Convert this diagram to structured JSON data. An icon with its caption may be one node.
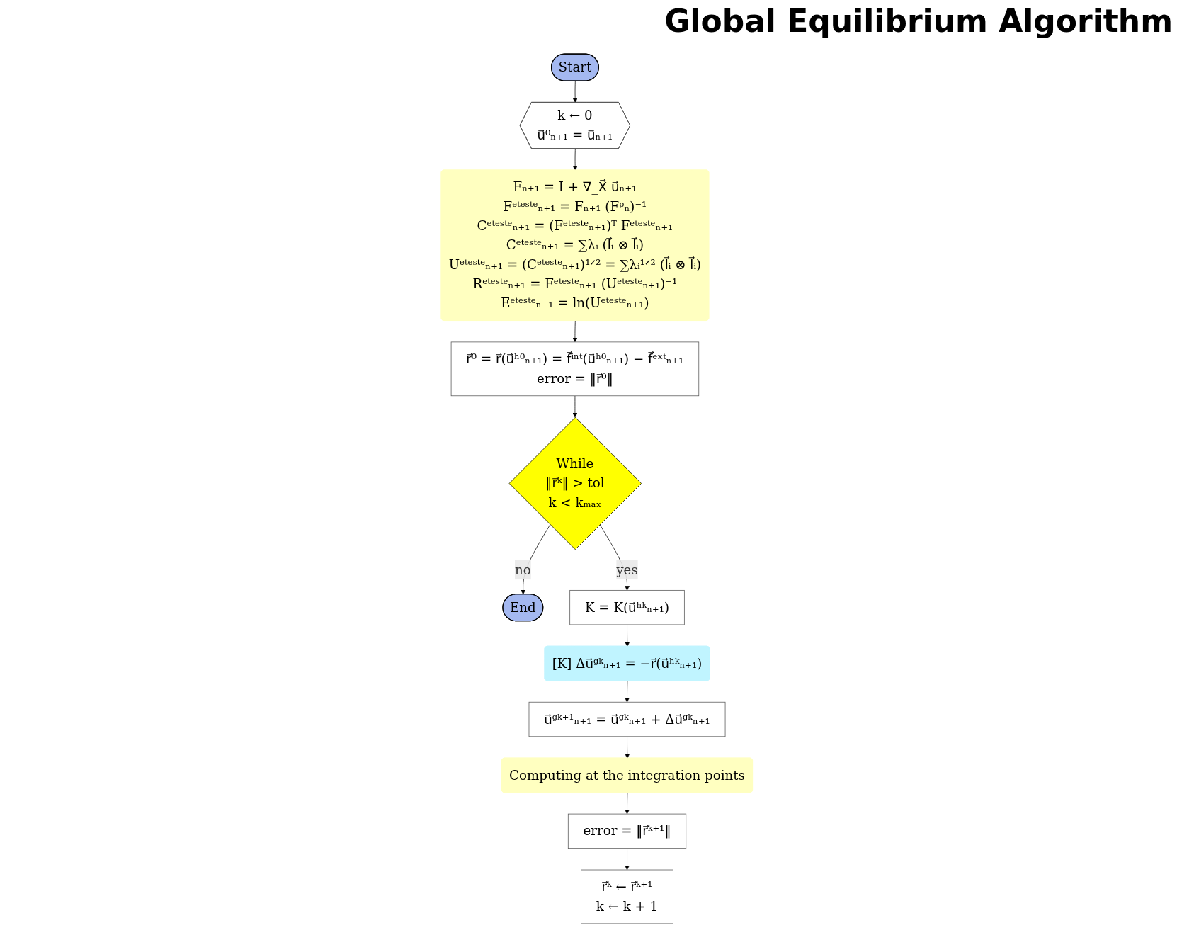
{
  "diagram": {
    "title": "Global Equilibrium Algorithm",
    "nodes": [
      {
        "text": [
          "Start"
        ]
      },
      {
        "text": [
          "k ← 0",
          "u⃗⁰ₙ₊₁ = u⃗ₙ₊₁"
        ]
      },
      {
        "text": [
          "Fₙ₊₁ = I + ∇_X⃗ u⃗ₙ₊₁",
          "Fᵉᵗᵉˢᵗᵉₙ₊₁ = Fₙ₊₁ (Fᵖₙ)⁻¹",
          "Cᵉᵗᵉˢᵗᵉₙ₊₁ = (Fᵉᵗᵉˢᵗᵉₙ₊₁)ᵀ Fᵉᵗᵉˢᵗᵉₙ₊₁",
          "Cᵉᵗᵉˢᵗᵉₙ₊₁ = ∑λᵢ (l⃗ᵢ ⊗ l⃗ᵢ)",
          "Uᵉᵗᵉˢᵗᵉₙ₊₁ = (Cᵉᵗᵉˢᵗᵉₙ₊₁)¹ᐟ² = ∑λᵢ¹ᐟ² (l⃗ᵢ ⊗ l⃗ᵢ)",
          "Rᵉᵗᵉˢᵗᵉₙ₊₁ = Fᵉᵗᵉˢᵗᵉₙ₊₁ (Uᵉᵗᵉˢᵗᵉₙ₊₁)⁻¹",
          "Eᵉᵗᵉˢᵗᵉₙ₊₁ = ln(Uᵉᵗᵉˢᵗᵉₙ₊₁)"
        ]
      },
      {
        "text": [
          "r⃗⁰ = r⃗(u⃗ʰ⁰ₙ₊₁) = f⃗ⁱⁿᵗ(u⃗ʰ⁰ₙ₊₁) − f⃗ᵉˣᵗₙ₊₁",
          "error = ‖r⃗⁰‖"
        ]
      },
      {
        "text": [
          "While",
          "‖r⃗ᵏ‖ > tol",
          "k < kₘₐₓ"
        ]
      },
      {
        "text": [
          "End"
        ]
      },
      {
        "text": [
          "K = K(u⃗ʰᵏₙ₊₁)"
        ]
      },
      {
        "text": [
          "[K] Δu⃗ᵍᵏₙ₊₁ = −r⃗(u⃗ʰᵏₙ₊₁)"
        ]
      },
      {
        "text": [
          "u⃗ᵍᵏ⁺¹ₙ₊₁ = u⃗ᵍᵏₙ₊₁ + Δu⃗ᵍᵏₙ₊₁"
        ]
      },
      {
        "text": [
          "Computing at the integration points"
        ]
      },
      {
        "text": [
          "error = ‖r⃗ᵏ⁺¹‖"
        ]
      },
      {
        "text": [
          "r⃗ᵏ ← r⃗ᵏ⁺¹",
          "k ← k + 1"
        ]
      }
    ],
    "edges": [
      {
        "from": 0,
        "to": 1,
        "arrow": "to"
      },
      {
        "from": 1,
        "to": 2,
        "arrow": "to"
      },
      {
        "from": 2,
        "to": 3,
        "arrow": "to"
      },
      {
        "from": 3,
        "to": 4,
        "arrow": "to"
      },
      {
        "from": 4,
        "to": 5,
        "arrow": "to",
        "label": "no"
      },
      {
        "from": 4,
        "to": 6,
        "arrow": "to",
        "label": "yes"
      },
      {
        "from": 6,
        "to": 7,
        "arrow": "to"
      },
      {
        "from": 7,
        "to": 8,
        "arrow": "to"
      },
      {
        "from": 8,
        "to": 9,
        "arrow": "to"
      },
      {
        "from": 9,
        "to": 10,
        "arrow": "to"
      },
      {
        "from": 10,
        "to": 11,
        "arrow": "to"
      }
    ]
  }
}
